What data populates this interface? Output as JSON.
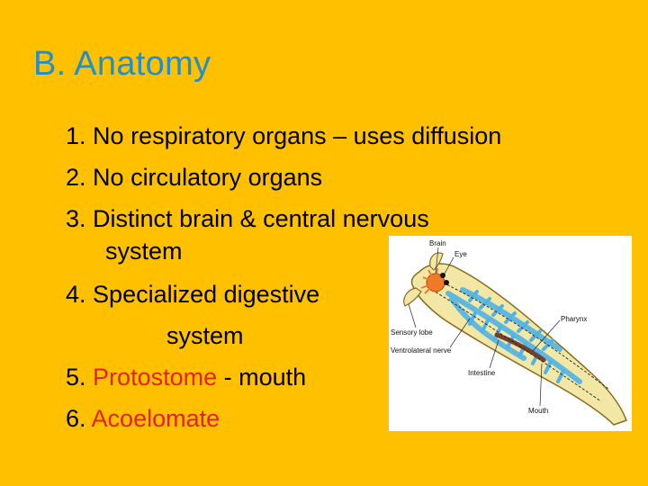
{
  "slide": {
    "title": "B. Anatomy",
    "items": [
      {
        "num": "1.",
        "text": "No respiratory organs – uses diffusion"
      },
      {
        "num": "2.",
        "text": "No circulatory organs"
      },
      {
        "num": "3.",
        "text": "Distinct brain & central nervous",
        "cont": "system"
      },
      {
        "num": "4.",
        "text": "Specialized digestive",
        "cont": "system"
      },
      {
        "num": "5.",
        "pre": " ",
        "highlight": "Protostome",
        "post": " - mouth"
      },
      {
        "num": "6.",
        "highlight": "Acoelomate"
      }
    ]
  },
  "figure": {
    "labels": {
      "brain": "Brain",
      "eye": "Eye",
      "pharynx": "Pharynx",
      "sensory_lobe": "Sensory lobe",
      "ventrolateral_nerve": "Ventrolateral nerve",
      "intestine": "Intestine",
      "mouth": "Mouth"
    }
  },
  "colors": {
    "background": "#FFC000",
    "title": "#1F8FD0",
    "highlight": "#E32222",
    "worm_body": "#F3E7A6",
    "gut": "#4FB3E6",
    "brain": "#F07A2A"
  }
}
